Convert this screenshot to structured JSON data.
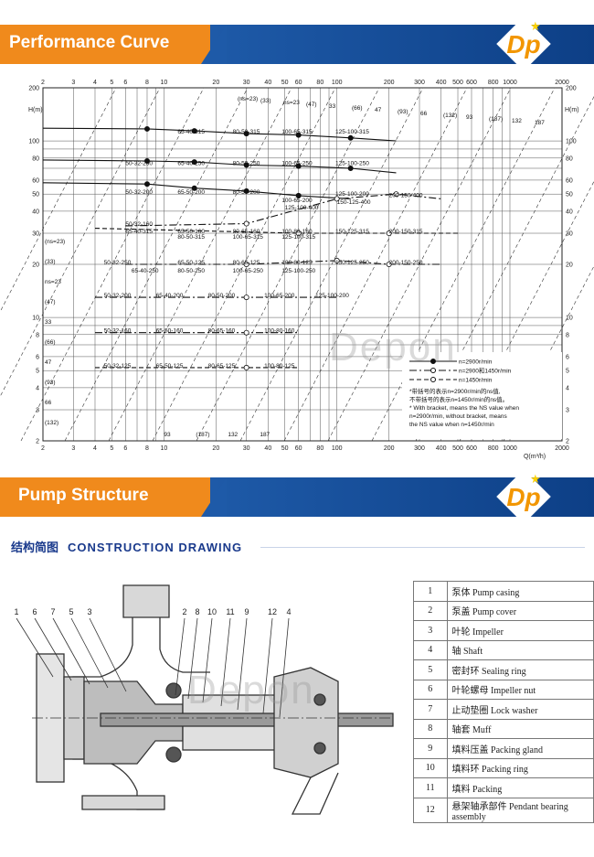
{
  "section1": {
    "title": "Performance Curve"
  },
  "section2": {
    "title": "Pump Structure"
  },
  "logo": {
    "text": "Dp"
  },
  "watermark": "Depon",
  "construction": {
    "zh": "结构简图",
    "en": "CONSTRUCTION DRAWING"
  },
  "chart_data": {
    "type": "line",
    "title": "",
    "xlabel": "Q(m³/h)",
    "ylabel": "H(m)",
    "xscale": "log",
    "yscale": "log",
    "xlim": [
      2,
      2000
    ],
    "ylim": [
      2,
      200
    ],
    "x_ticks": [
      "2",
      "3",
      "4",
      "5",
      "6",
      "8",
      "10",
      "20",
      "30",
      "40",
      "50",
      "60",
      "80",
      "100",
      "200",
      "300",
      "400",
      "500",
      "600",
      "800",
      "1000",
      "2000"
    ],
    "y_ticks": [
      "2",
      "3",
      "4",
      "5",
      "6",
      "8",
      "10",
      "20",
      "30",
      "40",
      "50",
      "60",
      "80",
      "100",
      "200"
    ],
    "grid": true,
    "ns_labels_top": [
      "(ns=23)",
      "(33)",
      "ns=23",
      "(47)",
      "33",
      "(66)",
      "47",
      "(93)",
      "66",
      "(132)",
      "93",
      "(187)",
      "132",
      "187"
    ],
    "ns_labels_left": [
      "(ns=23)",
      "(33)",
      "ns=23",
      "(47)",
      "33",
      "(66)",
      "47",
      "(93)",
      "66",
      "(132)"
    ],
    "ns_labels_bottom": [
      "93",
      "(187)",
      "132",
      "187"
    ],
    "pump_labels": [
      {
        "text": "65-40-315",
        "x": 12,
        "y": 110
      },
      {
        "text": "80-50-315",
        "x": 25,
        "y": 110
      },
      {
        "text": "100-65-315",
        "x": 48,
        "y": 110
      },
      {
        "text": "125-100-315",
        "x": 98,
        "y": 110
      },
      {
        "text": "50-32-250",
        "x": 6,
        "y": 73
      },
      {
        "text": "65-40-250",
        "x": 12,
        "y": 73
      },
      {
        "text": "80-50-250",
        "x": 25,
        "y": 73
      },
      {
        "text": "100-65-250",
        "x": 48,
        "y": 73
      },
      {
        "text": "125-100-250",
        "x": 98,
        "y": 73
      },
      {
        "text": "50-32-200",
        "x": 6,
        "y": 50
      },
      {
        "text": "65-50-200",
        "x": 12,
        "y": 50
      },
      {
        "text": "80-50-200",
        "x": 25,
        "y": 50
      },
      {
        "text": "100-65-200",
        "x": 48,
        "y": 45
      },
      {
        "text": "125-100-200",
        "x": 98,
        "y": 49
      },
      {
        "text": "125-100-400",
        "x": 50,
        "y": 41
      },
      {
        "text": "150-125-400",
        "x": 100,
        "y": 44
      },
      {
        "text": "200-150-400",
        "x": 200,
        "y": 48
      },
      {
        "text": "50-32-160",
        "x": 6,
        "y": 33
      },
      {
        "text": "65-40-315",
        "x": 6,
        "y": 30
      },
      {
        "text": "65-50-160",
        "x": 12,
        "y": 30
      },
      {
        "text": "80-50-315",
        "x": 12,
        "y": 28
      },
      {
        "text": "80-65-160",
        "x": 25,
        "y": 30
      },
      {
        "text": "100-65-315",
        "x": 25,
        "y": 28
      },
      {
        "text": "100-80-160",
        "x": 48,
        "y": 30
      },
      {
        "text": "125-100-315",
        "x": 48,
        "y": 28
      },
      {
        "text": "150-125-315",
        "x": 98,
        "y": 30
      },
      {
        "text": "200-150-315",
        "x": 200,
        "y": 30
      },
      {
        "text": "50-32-250",
        "x": 4.5,
        "y": 20
      },
      {
        "text": "65-50-125",
        "x": 12,
        "y": 20
      },
      {
        "text": "65-40-250",
        "x": 6.5,
        "y": 18
      },
      {
        "text": "80-65-125",
        "x": 25,
        "y": 20
      },
      {
        "text": "80-50-250",
        "x": 12,
        "y": 18
      },
      {
        "text": "100-80-125",
        "x": 48,
        "y": 20
      },
      {
        "text": "100-65-250",
        "x": 25,
        "y": 18
      },
      {
        "text": "150-125-250",
        "x": 98,
        "y": 20
      },
      {
        "text": "125-100-250",
        "x": 48,
        "y": 18
      },
      {
        "text": "200-150-250",
        "x": 200,
        "y": 20
      },
      {
        "text": "50-32-200",
        "x": 4.5,
        "y": 13
      },
      {
        "text": "65-40-200",
        "x": 9,
        "y": 13
      },
      {
        "text": "80-50-200",
        "x": 18,
        "y": 13
      },
      {
        "text": "100-65-200",
        "x": 38,
        "y": 13
      },
      {
        "text": "125-100-200",
        "x": 75,
        "y": 13
      },
      {
        "text": "50-32-160",
        "x": 4.5,
        "y": 8.2
      },
      {
        "text": "65-50-160",
        "x": 9,
        "y": 8.2
      },
      {
        "text": "80-65-160",
        "x": 18,
        "y": 8.2
      },
      {
        "text": "100-80-160",
        "x": 38,
        "y": 8.2
      },
      {
        "text": "50-32-125",
        "x": 4.5,
        "y": 5.2
      },
      {
        "text": "65-50-125",
        "x": 9,
        "y": 5.2
      },
      {
        "text": "80-65-125",
        "x": 18,
        "y": 5.2
      },
      {
        "text": "100-80-125",
        "x": 38,
        "y": 5.2
      }
    ],
    "legend": [
      {
        "text": "n=2900r/min",
        "style": "solid"
      },
      {
        "text": "n=2900和1450r/min",
        "style": "dash-dot"
      },
      {
        "text": "n=1450r/min",
        "style": "dashed"
      }
    ],
    "notes": [
      "*带括号的表示n=2900r/min的ns值,",
      "不带括号的表示n=1450r/min的ns值。",
      "* With bracket, means the NS value when",
      "n=2900r/min, without bracket, means",
      "the NS value when n=1450r/min"
    ],
    "series": [
      {
        "name": "n=2900r/min",
        "style": "solid",
        "curves": [
          [
            [
              2,
              118
            ],
            [
              8,
              117
            ],
            [
              15,
              114
            ],
            [
              30,
              110
            ],
            [
              60,
              108
            ],
            [
              120,
              104
            ],
            [
              220,
              100
            ]
          ],
          [
            [
              2,
              78
            ],
            [
              8,
              77
            ],
            [
              15,
              76
            ],
            [
              30,
              73
            ],
            [
              60,
              72
            ],
            [
              120,
              70
            ],
            [
              220,
              66
            ]
          ],
          [
            [
              2,
              58
            ],
            [
              8,
              57
            ],
            [
              15,
              54
            ],
            [
              30,
              52
            ],
            [
              60,
              49
            ],
            [
              120,
              47
            ]
          ]
        ]
      },
      {
        "name": "n=2900和1450r/min",
        "style": "dash-dot",
        "curves": [
          [
            [
              6,
              33
            ],
            [
              30,
              34
            ],
            [
              100,
              47
            ],
            [
              220,
              50
            ],
            [
              400,
              47
            ]
          ],
          [
            [
              6,
              20
            ],
            [
              30,
              20
            ],
            [
              100,
              21
            ],
            [
              200,
              20
            ],
            [
              400,
              20
            ]
          ],
          [
            [
              4,
              13
            ],
            [
              30,
              13
            ],
            [
              100,
              13
            ]
          ],
          [
            [
              4,
              8.2
            ],
            [
              30,
              8.2
            ],
            [
              60,
              8.2
            ]
          ]
        ]
      },
      {
        "name": "n=1450r/min",
        "style": "dashed",
        "curves": [
          [
            [
              4,
              32
            ],
            [
              60,
              30
            ],
            [
              200,
              30
            ],
            [
              500,
              30
            ]
          ],
          [
            [
              4,
              5.2
            ],
            [
              30,
              5.2
            ],
            [
              60,
              5.2
            ]
          ]
        ]
      }
    ]
  },
  "drawing_callouts": [
    "1",
    "6",
    "7",
    "5",
    "3",
    "2",
    "8",
    "10",
    "11",
    "9",
    "12",
    "4"
  ],
  "parts": [
    {
      "n": "1",
      "zh": "泵体",
      "en": "Pump casing"
    },
    {
      "n": "2",
      "zh": "泵盖",
      "en": "Pump cover"
    },
    {
      "n": "3",
      "zh": "叶轮",
      "en": "Impeller"
    },
    {
      "n": "4",
      "zh": "轴",
      "en": "Shaft"
    },
    {
      "n": "5",
      "zh": "密封环",
      "en": "Sealing ring"
    },
    {
      "n": "6",
      "zh": "叶轮螺母",
      "en": "Impeller nut"
    },
    {
      "n": "7",
      "zh": "止动垫圈",
      "en": "Lock washer"
    },
    {
      "n": "8",
      "zh": "轴套",
      "en": "Muff"
    },
    {
      "n": "9",
      "zh": "填料压盖",
      "en": "Packing gland"
    },
    {
      "n": "10",
      "zh": "填料环",
      "en": "Packing ring"
    },
    {
      "n": "11",
      "zh": "填料",
      "en": "Packing"
    },
    {
      "n": "12",
      "zh": "悬架轴承部件",
      "en": "Pendant bearing assembly"
    }
  ],
  "colors": {
    "orange": "#f08a1c",
    "blue": "#1e5aa8",
    "title_blue": "#1a3a8c",
    "grid": "#555555"
  }
}
